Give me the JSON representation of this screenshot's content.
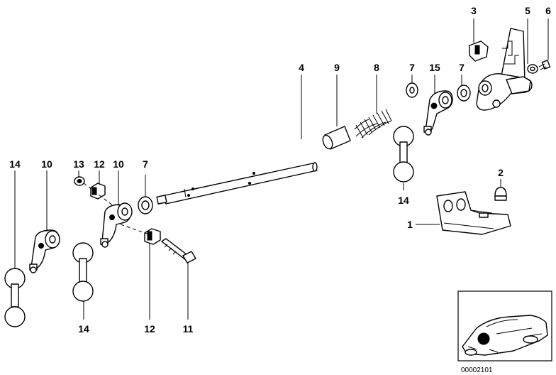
{
  "callouts": {
    "c1": "1",
    "c2": "2",
    "c3": "3",
    "c4": "4",
    "c5": "5",
    "c6": "6",
    "c7a": "7",
    "c7b": "7",
    "c7c": "7",
    "c8": "8",
    "c9": "9",
    "c10a": "10",
    "c10b": "10",
    "c11": "11",
    "c12a": "12",
    "c12b": "12",
    "c13": "13",
    "c14a": "14",
    "c14b": "14",
    "c14c": "14",
    "c15": "15"
  },
  "diagram_code": "00002101"
}
